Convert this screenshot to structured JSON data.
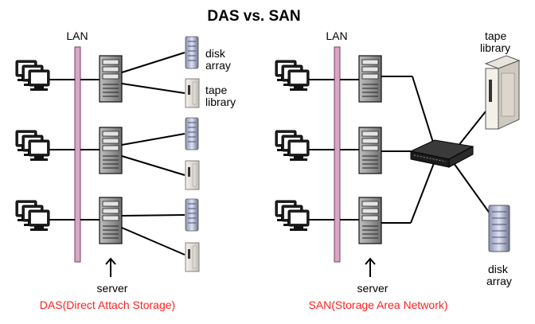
{
  "title": "DAS vs. SAN",
  "das": {
    "lan_label": "LAN",
    "server_label": "server",
    "caption": "DAS(Direct Attach Storage)",
    "disk_label_1": "disk",
    "disk_label_2": "array",
    "tape_label_1": "tape",
    "tape_label_2": "library"
  },
  "san": {
    "lan_label": "LAN",
    "server_label": "server",
    "caption": "SAN(Storage Area Network)",
    "tape_label_1": "tape",
    "tape_label_2": "library",
    "disk_label_1": "disk",
    "disk_label_2": "array"
  },
  "colors": {
    "caption": "#ff2020",
    "lan_bar": "#d9a6c6",
    "lan_bar_edge": "#7a3f63",
    "text": "#000000"
  }
}
